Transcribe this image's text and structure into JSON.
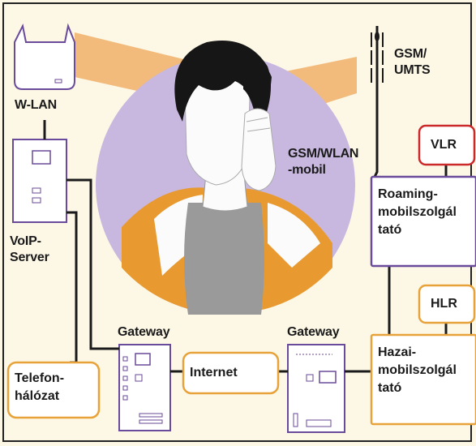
{
  "labels": {
    "wlan": "W-LAN",
    "voip_server": "VoIP-\nServer",
    "telefon": "Telefon-\nhálózat",
    "gateway_left": "Gateway",
    "gateway_right": "Gateway",
    "internet": "Internet",
    "gsm_wlan_mobil": "GSM/WLAN\n-mobil",
    "gsm_umts": "GSM/\nUMTS",
    "vlr": "VLR",
    "hlr": "HLR",
    "roaming": "Roaming-\nmobilszolgál\ntató",
    "hazai": "Hazai-\nmobilszolgál\ntató"
  },
  "colors": {
    "background": "#fdf8e6",
    "line": "#1a1a1a",
    "purple_box": "#6a4a9a",
    "orange_box": "#e8a23a",
    "red_box": "#cc2a2a",
    "circle": "#c8b8e0",
    "beam": "#f0b068"
  }
}
